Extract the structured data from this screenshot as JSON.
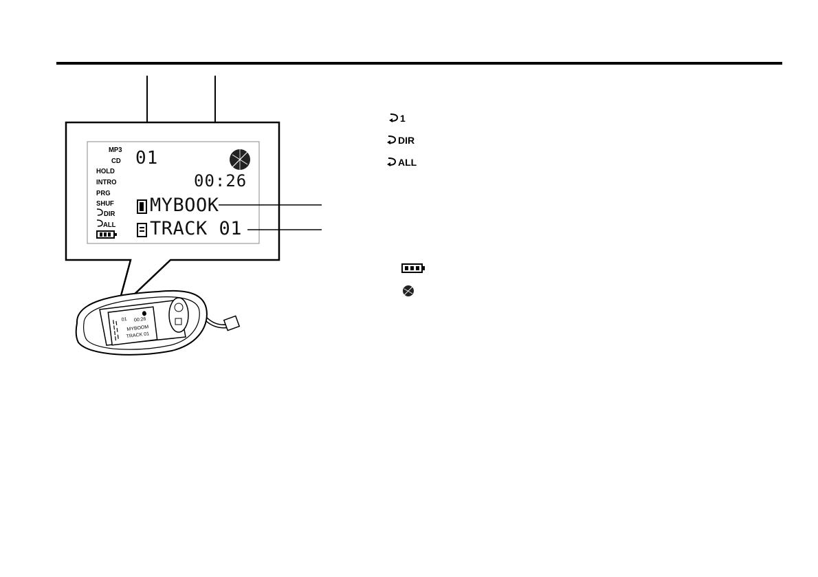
{
  "lcd": {
    "left_labels": [
      "MP3",
      "CD",
      "HOLD",
      "INTRO",
      "PRG",
      "SHUF",
      "DIR",
      "ALL"
    ],
    "track_number": "01",
    "elapsed_time": "00:26",
    "folder_name": "MYBOOK",
    "track_line": "TRACK 01"
  },
  "device": {
    "small_track": "01",
    "small_time": "00:26",
    "small_folder": "MYBOOM",
    "small_track_line": "TRACK 01"
  },
  "legend": {
    "repeat_one": "1",
    "repeat_dir": "DIR",
    "repeat_all": "ALL"
  },
  "icons": {
    "repeat": "repeat-arrow-icon",
    "battery": "battery-icon",
    "disc": "disc-icon",
    "folder": "folder-icon",
    "file": "file-icon"
  }
}
